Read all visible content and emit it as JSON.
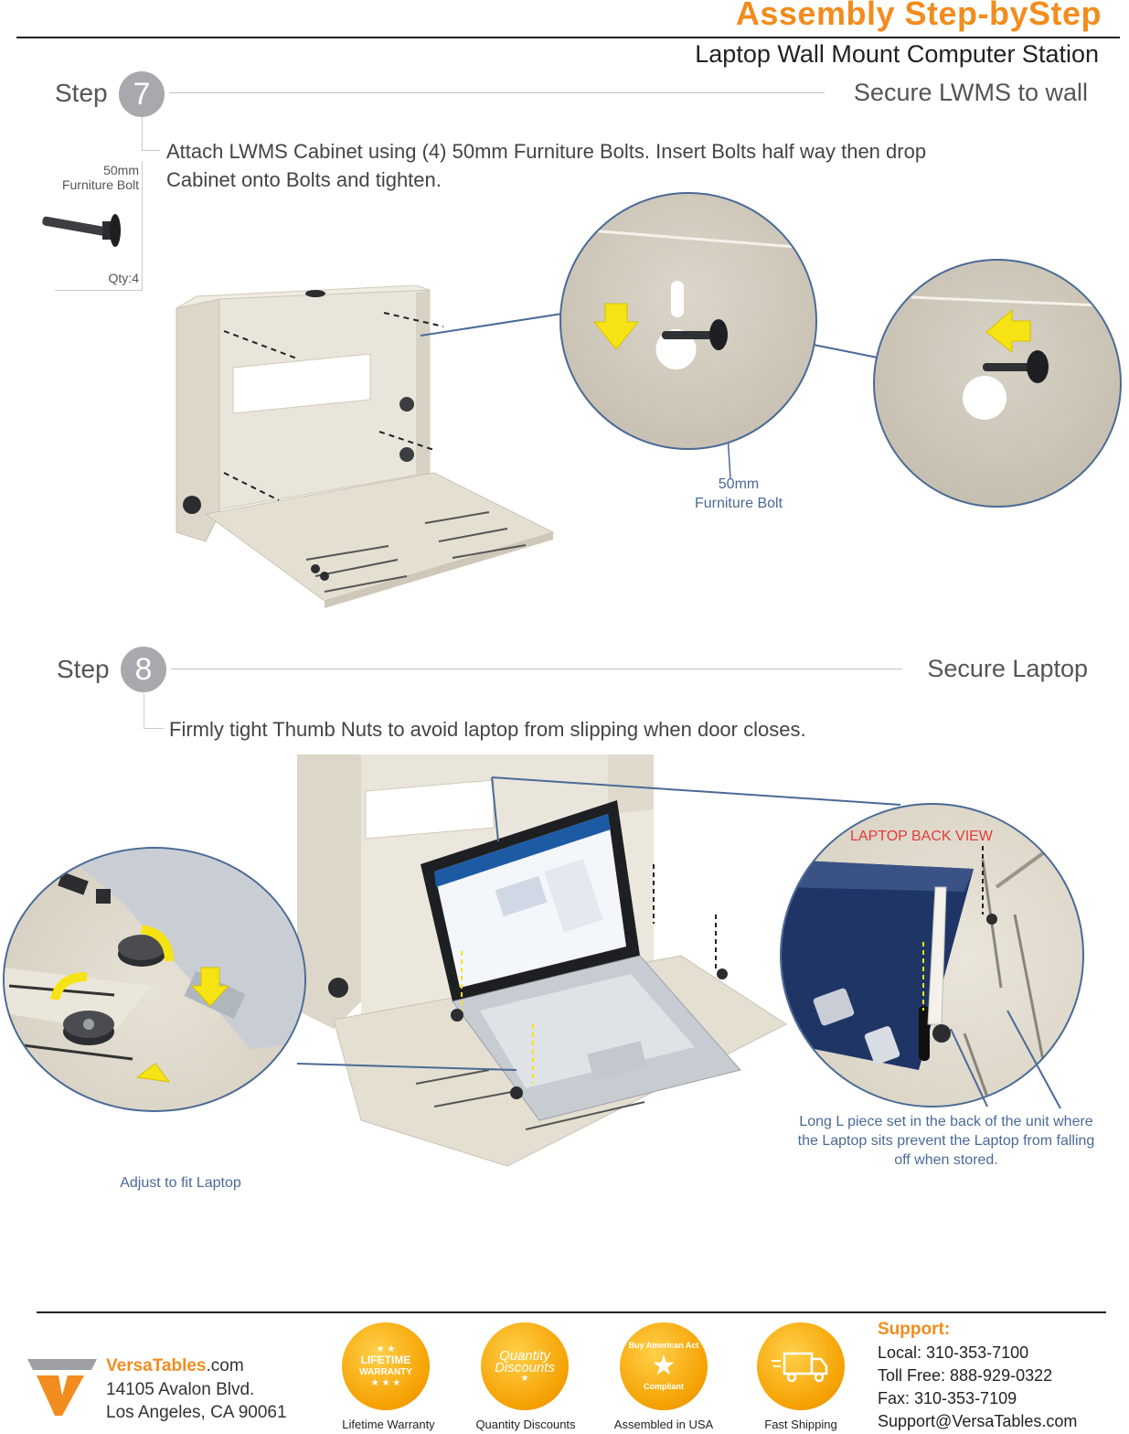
{
  "header": {
    "title": "Assembly Step-byStep",
    "subtitle": "Laptop Wall Mount Computer Station"
  },
  "step7": {
    "word": "Step",
    "number": "7",
    "title": "Secure LWMS to wall",
    "instruction_line1": "Attach LWMS Cabinet using (4) 50mm Furniture Bolts. Insert Bolts half way then drop",
    "instruction_line2": "Cabinet onto Bolts and tighten.",
    "part_name_line1": "50mm",
    "part_name_line2": "Furniture Bolt",
    "part_qty": "Qty:4",
    "callout_line1": "50mm",
    "callout_line2": "Furniture Bolt"
  },
  "step8": {
    "word": "Step",
    "number": "8",
    "title": "Secure Laptop",
    "instruction": "Firmly tight Thumb Nuts to avoid laptop from slipping when door closes.",
    "back_view_label": "LAPTOP BACK VIEW",
    "adjust_label": "Adjust to fit Laptop",
    "note_line1": "Long L piece set in the back of the unit where",
    "note_line2": "the Laptop sits prevent the Laptop from falling",
    "note_line3": "off when stored."
  },
  "footer": {
    "company_brand": "VersaTables",
    "company_tld": ".com",
    "address_line1": "14105 Avalon Blvd.",
    "address_line2": "Los Angeles, CA 90061",
    "badges": [
      {
        "text_line1": "LIFETIME",
        "text_line2": "WARRANTY",
        "label": "Lifetime Warranty",
        "icon": "lifetime-warranty-icon"
      },
      {
        "text_line1": "Quantity",
        "text_line2": "Discounts",
        "label": "Quantity Discounts",
        "icon": "quantity-discounts-icon"
      },
      {
        "text_line1": "Buy American Act",
        "text_line2": "Compliant",
        "label": "Assembled in USA",
        "icon": "buy-american-icon"
      },
      {
        "text_line1": "",
        "text_line2": "",
        "label": "Fast Shipping",
        "icon": "truck-icon"
      }
    ],
    "support_title": "Support:",
    "support_local": "Local: 310-353-7100",
    "support_tollfree": "Toll Free: 888-929-0322",
    "support_fax": "Fax: 310-353-7109",
    "support_email": "Support@VersaTables.com"
  },
  "colors": {
    "accent": "#f28c1e",
    "callout_blue": "#4a6a96",
    "callout_red": "#e23a3a",
    "arrow_yellow": "#f6e313",
    "cabinet_beige": "#e7e2d6"
  }
}
